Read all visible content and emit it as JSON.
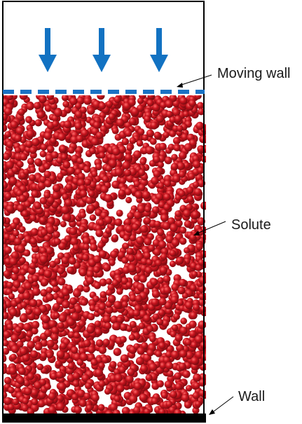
{
  "labels": {
    "moving_wall": "Moving wall",
    "solute": "Solute",
    "wall": "Wall"
  },
  "colors": {
    "particle": "#c8141e",
    "particle_dark": "#7a0a10",
    "particle_highlight": "#ff6a6a",
    "arrow": "#1272c2",
    "moving_wall": "#1a72c4",
    "container": "#000000",
    "bottom_wall": "#000000"
  },
  "arrows": {
    "count": 3,
    "direction": "down"
  }
}
